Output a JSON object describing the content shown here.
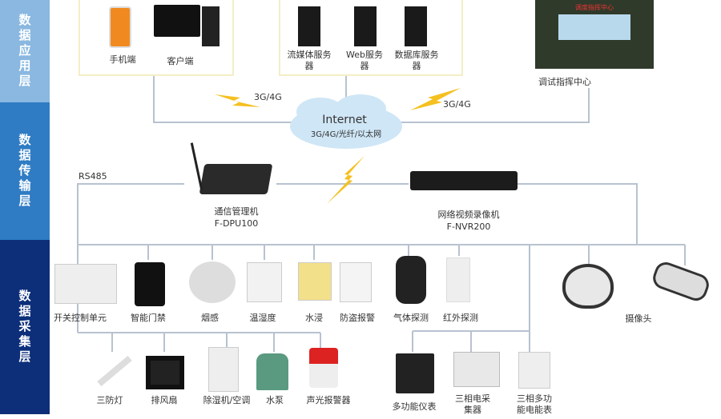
{
  "layers": [
    "数据应用层",
    "数据传输层",
    "数据采集层"
  ],
  "application": {
    "phone": "手机端",
    "client": "客户端",
    "stream_server": "流媒体服务器",
    "web_server": "Web服务器",
    "db_server": "数据库服务器",
    "command_center": "调试指挥中心",
    "command_center_sign": "调度指挥中心"
  },
  "network": {
    "cloud_title": "Internet",
    "cloud_sub": "3G/4G/光纤/以太网",
    "link_left": "3G/4G",
    "link_right": "3G/4G",
    "rs485": "RS485"
  },
  "gateway": {
    "name": "通信管理机",
    "model": "F-DPU100"
  },
  "nvr": {
    "name": "网络视频录像机",
    "model": "F-NVR200"
  },
  "sensors_row1": [
    "开关控制单元",
    "智能门禁",
    "烟感",
    "温湿度",
    "水浸",
    "防盗报警",
    "气体探测",
    "红外探测"
  ],
  "camera": "摄像头",
  "actuators_row2": [
    "三防灯",
    "排风扇",
    "除湿机/空调",
    "水泵",
    "声光报警器"
  ],
  "meters": [
    "多功能仪表",
    "三相电采集器",
    "三相多功能电能表"
  ],
  "colors": {
    "layer1": "#7fb0dc",
    "layer2": "#2f7cc4",
    "layer3": "#0d2f7a",
    "line": "#b8c2d0",
    "lightning": "#f5c020"
  }
}
